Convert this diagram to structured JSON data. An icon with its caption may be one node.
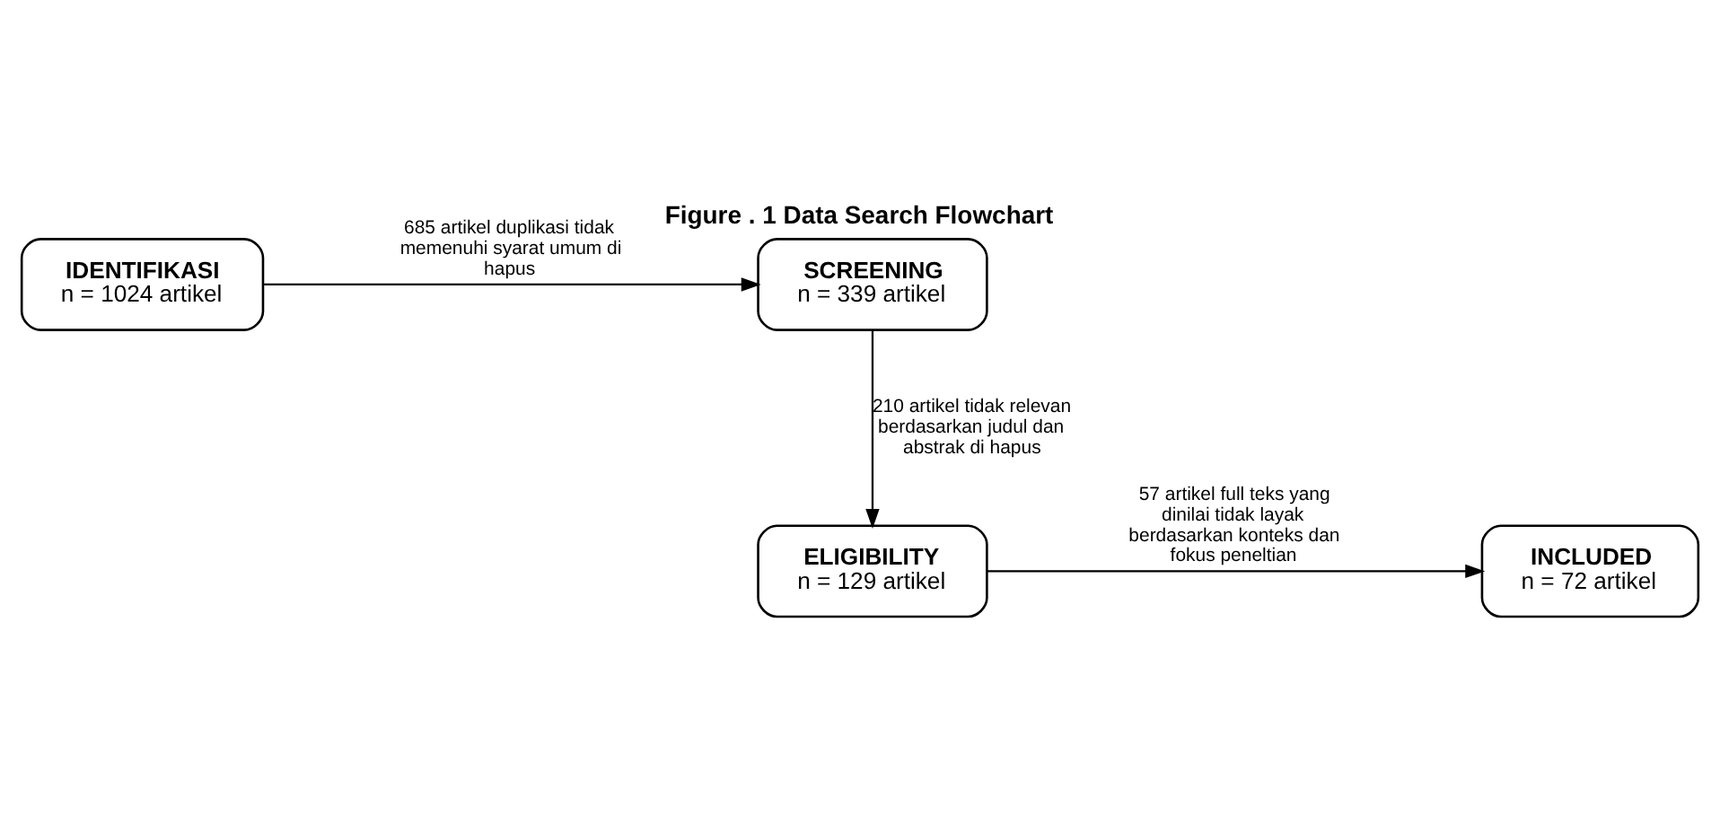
{
  "diagram": {
    "title": "Figure . 1 Data Search Flowchart",
    "nodes": [
      {
        "text": [
          "IDENTIFIKASI",
          "n = 1024 artikel"
        ]
      },
      {
        "text": [
          "SCREENING",
          "n = 339 artikel"
        ]
      },
      {
        "text": [
          "ELIGIBILITY",
          "n = 129 artikel"
        ]
      },
      {
        "text": [
          "INCLUDED",
          "n = 72 artikel"
        ]
      }
    ],
    "edges": [
      {
        "from": 0,
        "to": 1,
        "arrow": "to",
        "label": "685 artikel duplikasi tidak memenuhi syarat umum di hapus"
      },
      {
        "from": 1,
        "to": 2,
        "arrow": "to",
        "label": "210 artikel tidak relevan berdasarkan judul dan abstrak di hapus"
      },
      {
        "from": 2,
        "to": 3,
        "arrow": "to",
        "label": "57 artikel full teks yang dinilai tidak layak berdasarkan konteks dan fokus peneltian"
      }
    ]
  }
}
